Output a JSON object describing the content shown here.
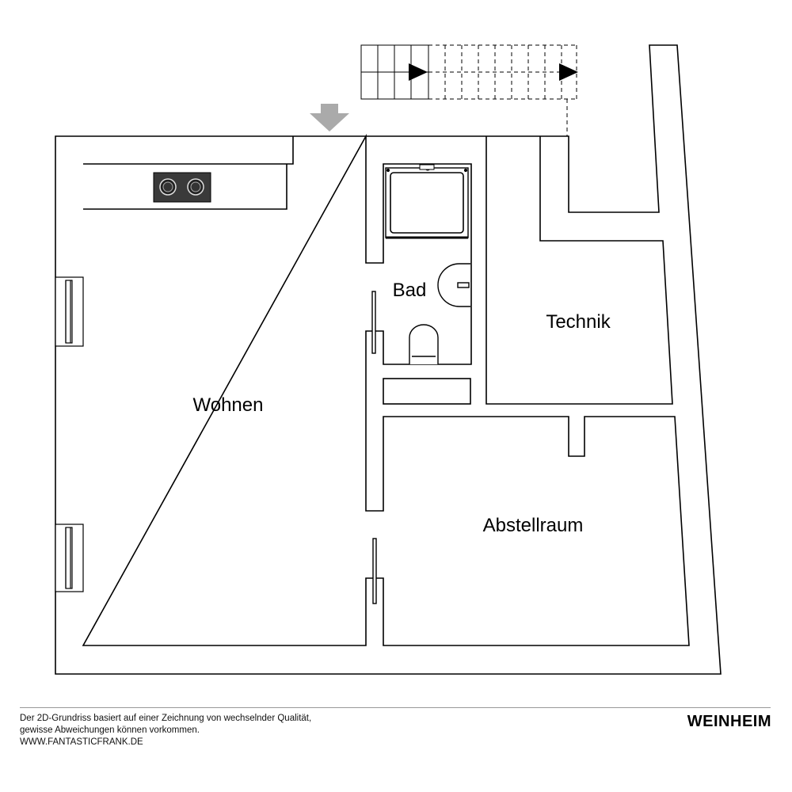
{
  "rooms": {
    "wohnen": "Wohnen",
    "bad": "Bad",
    "technik": "Technik",
    "abstellraum": "Abstellraum"
  },
  "footer": {
    "disclaimer_line1": "Der 2D-Grundriss basiert auf einer Zeichnung von wechselnder Qualität,",
    "disclaimer_line2": "gewisse Abweichungen können vorkommen.",
    "website": "WWW.FANTASTICFRANK.DE",
    "brand": "WEINHEIM"
  },
  "colors": {
    "wall_stroke": "#000000",
    "cooktop_fill": "#3a3a3a",
    "entrance_arrow": "#aaaaaa"
  },
  "icons": {
    "entrance": "entrance-arrow-icon",
    "stairs_direction": "stair-direction-arrow-icon",
    "cooktop": "cooktop-icon",
    "shower": "shower-icon",
    "sink": "sink-icon",
    "toilet": "toilet-icon"
  }
}
